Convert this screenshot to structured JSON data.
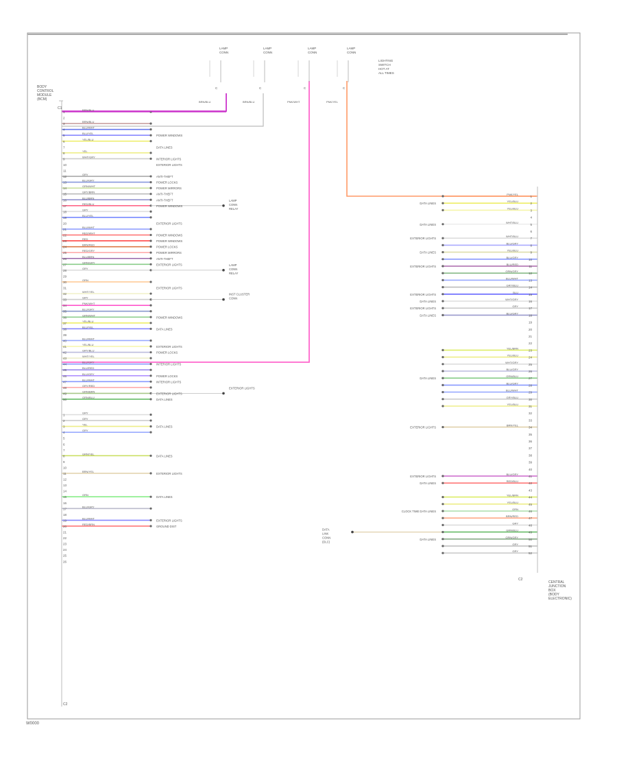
{
  "page": {
    "footer_code": "W0000"
  },
  "top_connectors": [
    {
      "label_lines": [
        "LAMP",
        "CONN"
      ],
      "pin": "C",
      "wire": "BRN/BLU",
      "color": "#cc33cc"
    },
    {
      "label_lines": [
        "LAMP",
        "CONN"
      ],
      "pin": "C",
      "wire": "BRN/BLU",
      "color": "#d88"
    },
    {
      "label_lines": [
        "LAMP",
        "CONN"
      ],
      "pin": "C",
      "wire": "PNK/WHT",
      "color": "#ff66cc"
    },
    {
      "label_lines": [
        "LAMP",
        "CONN"
      ],
      "pin": "C",
      "wire": "PNK/YEL",
      "color": "#ff9966"
    }
  ],
  "top_right_label": [
    "LIGHTING",
    "SWITCH",
    "HOT AT",
    "ALL TIMES"
  ],
  "left_module": {
    "title_lines": [
      "BODY",
      "CONTROL",
      "MODULE",
      "(BCM)"
    ],
    "connector_label": "C1",
    "bottom_label": "C2",
    "rows": [
      {
        "pin": "1",
        "wire": "BRN/BLU",
        "color": "#cc44cc",
        "dest": ""
      },
      {
        "pin": "2",
        "wire": "",
        "color": "",
        "dest": ""
      },
      {
        "pin": "3",
        "wire": "BRN/BLU",
        "color": "#c8a0a0",
        "dest": ""
      },
      {
        "pin": "4",
        "wire": "BLU/WHT",
        "color": "#6677ee",
        "dest": ""
      },
      {
        "pin": "5",
        "wire": "BLU/YEL",
        "color": "#8888ff",
        "dest": "POWER WINDOWS"
      },
      {
        "pin": "6",
        "wire": "YEL/BLU",
        "color": "#eeee66",
        "dest": ""
      },
      {
        "pin": "7",
        "wire": "",
        "color": "",
        "dest": "DATA LINES"
      },
      {
        "pin": "8",
        "wire": "YEL",
        "color": "#eeee88",
        "dest": ""
      },
      {
        "pin": "9",
        "wire": "WHT/GRY",
        "color": "#cccccc",
        "dest": "INTERIOR LIGHTS"
      },
      {
        "pin": "10",
        "wire": "",
        "color": "",
        "dest": "EXTERIOR LIGHTS"
      },
      {
        "pin": "11",
        "wire": "",
        "color": "",
        "dest": ""
      },
      {
        "pin": "12",
        "wire": "GRY",
        "color": "#aaaaaa",
        "dest": "ANTI-THEFT"
      },
      {
        "pin": "13",
        "wire": "BLU/GRY",
        "color": "#8899dd",
        "dest": "POWER LOCKS"
      },
      {
        "pin": "14",
        "wire": "GRN/WHT",
        "color": "#cce0a0",
        "dest": "POWER MIRRORS"
      },
      {
        "pin": "15",
        "wire": "GRY/BRN",
        "color": "#bbbbbb",
        "dest": "ANTI-THEFT"
      },
      {
        "pin": "16",
        "wire": "BLU/BRN",
        "color": "#8a8acc",
        "dest": "ANTI-THEFT"
      },
      {
        "pin": "17",
        "wire": "RED/BLU",
        "color": "#ff6688",
        "dest": "POWER WINDOWS"
      },
      {
        "pin": "18",
        "wire": "GRY",
        "color": "#dddddd",
        "dest": ""
      },
      {
        "pin": "19",
        "wire": "BLU/YEL",
        "color": "#7788ff",
        "dest": ""
      },
      {
        "pin": "20",
        "wire": "",
        "color": "",
        "dest": "EXTERIOR LIGHTS"
      },
      {
        "pin": "21",
        "wire": "BLU/WHT",
        "color": "#8899ff",
        "dest": ""
      },
      {
        "pin": "22",
        "wire": "RED/WHT",
        "color": "#ff7777",
        "dest": "POWER WINDOWS"
      },
      {
        "pin": "23",
        "wire": "RED",
        "color": "#ff4444",
        "dest": "POWER WINDOWS"
      },
      {
        "pin": "24",
        "wire": "BRN/RED",
        "color": "#dd7744",
        "dest": "POWER LOCKS"
      },
      {
        "pin": "25",
        "wire": "RED/GRY",
        "color": "#ffaaaa",
        "dest": "POWER MIRRORS"
      },
      {
        "pin": "26",
        "wire": "BLU/BRN",
        "color": "#9966aa",
        "dest": "ANTI-THEFT"
      },
      {
        "pin": "27",
        "wire": "GRN/GRY",
        "color": "#88cc88",
        "dest": "EXTERIOR LIGHTS"
      },
      {
        "pin": "28",
        "wire": "GRY",
        "color": "#dddddd",
        "dest": ""
      },
      {
        "pin": "29",
        "wire": "",
        "color": "",
        "dest": ""
      },
      {
        "pin": "30",
        "wire": "ORN",
        "color": "#ffcc99",
        "dest": ""
      },
      {
        "pin": "31",
        "wire": "",
        "color": "",
        "dest": "EXTERIOR LIGHTS"
      },
      {
        "pin": "32",
        "wire": "WHT/YEL",
        "color": "#f2f2cc",
        "dest": ""
      },
      {
        "pin": "33",
        "wire": "GRY",
        "color": "#cccccc",
        "dest": ""
      },
      {
        "pin": "34",
        "wire": "PNK/WHT",
        "color": "#ff55cc",
        "dest": ""
      },
      {
        "pin": "35",
        "wire": "BLU/GRY",
        "color": "#8899cc",
        "dest": ""
      },
      {
        "pin": "36",
        "wire": "GRN/WHT",
        "color": "#88cc88",
        "dest": "POWER WINDOWS"
      },
      {
        "pin": "37",
        "wire": "YEL/BLU",
        "color": "#eeee66",
        "dest": ""
      },
      {
        "pin": "38",
        "wire": "BLU/YEL",
        "color": "#8888ff",
        "dest": "DATA LINES"
      },
      {
        "pin": "39",
        "wire": "",
        "color": "",
        "dest": ""
      },
      {
        "pin": "40",
        "wire": "BLU/WHT",
        "color": "#99aaff",
        "dest": ""
      },
      {
        "pin": "41",
        "wire": "YEL/BLU",
        "color": "#f5f5aa",
        "dest": "EXTERIOR LIGHTS"
      },
      {
        "pin": "42",
        "wire": "GRY/BLU",
        "color": "#bbbbdd",
        "dest": "POWER LOCKS"
      },
      {
        "pin": "43",
        "wire": "WHT/YEL",
        "color": "#eeeecc",
        "dest": ""
      },
      {
        "pin": "44",
        "wire": "BLU/GRY",
        "color": "#8899ff",
        "dest": "INTERIOR LIGHTS"
      },
      {
        "pin": "45",
        "wire": "BLU/RED",
        "color": "#9988ee",
        "dest": ""
      },
      {
        "pin": "46",
        "wire": "BLU/GRY",
        "color": "#aa88ff",
        "dest": "POWER LOCKS"
      },
      {
        "pin": "47",
        "wire": "BLU/WHT",
        "color": "#8899ff",
        "dest": "INTERIOR LIGHTS"
      },
      {
        "pin": "48",
        "wire": "GRY/RED",
        "color": "#ffaaaa",
        "dest": ""
      },
      {
        "pin": "49",
        "wire": "GRN/BRN",
        "color": "#a8c888",
        "dest": "EXTERIOR LIGHTS"
      },
      {
        "pin": "50",
        "wire": "GRN/BLU",
        "color": "#66bb66",
        "dest": "DATA LINES"
      }
    ],
    "rows2": [
      {
        "pin": "1",
        "wire": "GRY",
        "color": "#dddddd",
        "dest": ""
      },
      {
        "pin": "2",
        "wire": "GRY",
        "color": "#cccccc",
        "dest": ""
      },
      {
        "pin": "3",
        "wire": "YEL",
        "color": "#eeee88",
        "dest": "DATA LINES"
      },
      {
        "pin": "4",
        "wire": "GRY",
        "color": "#99aaff",
        "dest": ""
      },
      {
        "pin": "5",
        "wire": "",
        "color": "",
        "dest": ""
      },
      {
        "pin": "6",
        "wire": "",
        "color": "",
        "dest": ""
      },
      {
        "pin": "7",
        "wire": "",
        "color": "",
        "dest": ""
      },
      {
        "pin": "8",
        "wire": "GRN/YEL",
        "color": "#cce066",
        "dest": "DATA LINES"
      },
      {
        "pin": "9",
        "wire": "",
        "color": "",
        "dest": ""
      },
      {
        "pin": "10",
        "wire": "",
        "color": "",
        "dest": ""
      },
      {
        "pin": "11",
        "wire": "BRN/YEL",
        "color": "#e0d0aa",
        "dest": "EXTERIOR LIGHTS"
      },
      {
        "pin": "12",
        "wire": "",
        "color": "",
        "dest": ""
      },
      {
        "pin": "13",
        "wire": "",
        "color": "",
        "dest": ""
      },
      {
        "pin": "14",
        "wire": "",
        "color": "",
        "dest": ""
      },
      {
        "pin": "15",
        "wire": "GRN",
        "color": "#88ee88",
        "dest": "DATA LINES"
      },
      {
        "pin": "16",
        "wire": "",
        "color": "",
        "dest": ""
      },
      {
        "pin": "17",
        "wire": "BLU/GRY",
        "color": "#bbbbcc",
        "dest": ""
      },
      {
        "pin": "18",
        "wire": "",
        "color": "",
        "dest": ""
      },
      {
        "pin": "19",
        "wire": "BLU/WHT",
        "color": "#8888ff",
        "dest": "EXTERIOR LIGHTS"
      },
      {
        "pin": "20",
        "wire": "RED/BRN",
        "color": "#ff7777",
        "dest": "GROUND DIST"
      },
      {
        "pin": "21",
        "wire": "",
        "color": "",
        "dest": ""
      },
      {
        "pin": "22",
        "wire": "",
        "color": "",
        "dest": ""
      },
      {
        "pin": "23",
        "wire": "",
        "color": "",
        "dest": ""
      },
      {
        "pin": "24",
        "wire": "",
        "color": "",
        "dest": ""
      },
      {
        "pin": "25",
        "wire": "",
        "color": "",
        "dest": ""
      },
      {
        "pin": "26",
        "wire": "",
        "color": "",
        "dest": ""
      }
    ],
    "side_labels": [
      {
        "lines": [
          "LAMP",
          "CONN",
          "RELAY"
        ],
        "row": 16
      },
      {
        "lines": [
          "LAMP",
          "CONN",
          "RELAY"
        ],
        "row": 27
      },
      {
        "lines": [
          "INST CLUSTER",
          "CONN"
        ],
        "row": 32
      },
      {
        "lines": [
          "EXTERIOR LIGHTS"
        ],
        "row": 48
      }
    ]
  },
  "right_module": {
    "title_lines": [
      "CENTRAL",
      "JUNCTION",
      "BOX",
      "(BODY",
      "ELECTRONIC)"
    ],
    "bottom_label": "C2",
    "rows": [
      {
        "pin": "1",
        "wire": "PNK/YEL",
        "color": "#ff9966",
        "dest": ""
      },
      {
        "pin": "2",
        "wire": "YEL/BLU",
        "color": "#eeee66",
        "dest": "DATA LINES"
      },
      {
        "pin": "3",
        "wire": "YEL/BLU",
        "color": "#f5f5aa",
        "dest": ""
      },
      {
        "pin": "4",
        "wire": "",
        "color": "",
        "dest": ""
      },
      {
        "pin": "5",
        "wire": "WHT/BLU",
        "color": "#eeeeee",
        "dest": "DATA LINES"
      },
      {
        "pin": "6",
        "wire": "",
        "color": "",
        "dest": ""
      },
      {
        "pin": "7",
        "wire": "WHT/BLU",
        "color": "#dddddd",
        "dest": "EXTERIOR LIGHTS"
      },
      {
        "pin": "8",
        "wire": "BLU/GRY",
        "color": "#aaaaff",
        "dest": ""
      },
      {
        "pin": "9",
        "wire": "YEL/BLU",
        "color": "#ddddaa",
        "dest": "DATA LINES"
      },
      {
        "pin": "10",
        "wire": "BLU/GRY",
        "color": "#8899ff",
        "dest": ""
      },
      {
        "pin": "11",
        "wire": "BLU/RED",
        "color": "#aa66aa",
        "dest": "EXTERIOR LIGHTS"
      },
      {
        "pin": "12",
        "wire": "GRN/GRY",
        "color": "#88bb88",
        "dest": ""
      },
      {
        "pin": "13",
        "wire": "BLU/WHT",
        "color": "#99aaff",
        "dest": ""
      },
      {
        "pin": "14",
        "wire": "GRY/BLU",
        "color": "#bbbbbb",
        "dest": ""
      },
      {
        "pin": "15",
        "wire": "BLU",
        "color": "#6666ff",
        "dest": "EXTERIOR LIGHTS"
      },
      {
        "pin": "16",
        "wire": "WHT/GRY",
        "color": "#dddddd",
        "dest": "DATA LINES"
      },
      {
        "pin": "17",
        "wire": "GRY",
        "color": "#cccccc",
        "dest": "EXTERIOR LIGHTS"
      },
      {
        "pin": "18",
        "wire": "BLU/GRY",
        "color": "#9999cc",
        "dest": "DATA LINES"
      },
      {
        "pin": "19",
        "wire": "",
        "color": "",
        "dest": ""
      },
      {
        "pin": "20",
        "wire": "",
        "color": "",
        "dest": ""
      },
      {
        "pin": "21",
        "wire": "",
        "color": "",
        "dest": ""
      },
      {
        "pin": "22",
        "wire": "",
        "color": "",
        "dest": ""
      },
      {
        "pin": "23",
        "wire": "YEL/BRN",
        "color": "#ddee66",
        "dest": ""
      },
      {
        "pin": "24",
        "wire": "YEL/BLU",
        "color": "#eeee88",
        "dest": ""
      },
      {
        "pin": "25",
        "wire": "WHT/GRY",
        "color": "#dddddd",
        "dest": ""
      },
      {
        "pin": "26",
        "wire": "BLU/GRY",
        "color": "#bbbbdd",
        "dest": ""
      },
      {
        "pin": "27",
        "wire": "GRN/BLU",
        "color": "#88cc88",
        "dest": "DATA LINES"
      },
      {
        "pin": "28",
        "wire": "BLU/GRY",
        "color": "#8899ff",
        "dest": ""
      },
      {
        "pin": "29",
        "wire": "BLU/WHT",
        "color": "#99aaff",
        "dest": ""
      },
      {
        "pin": "30",
        "wire": "GRY/BLU",
        "color": "#cccccc",
        "dest": ""
      },
      {
        "pin": "31",
        "wire": "YEL/BLU",
        "color": "#eeee88",
        "dest": ""
      },
      {
        "pin": "32",
        "wire": "",
        "color": "",
        "dest": ""
      },
      {
        "pin": "33",
        "wire": "",
        "color": "",
        "dest": ""
      },
      {
        "pin": "34",
        "wire": "BRN/YEL",
        "color": "#e0d0aa",
        "dest": "EXTERIOR LIGHTS"
      },
      {
        "pin": "35",
        "wire": "",
        "color": "",
        "dest": ""
      },
      {
        "pin": "36",
        "wire": "",
        "color": "",
        "dest": ""
      },
      {
        "pin": "37",
        "wire": "",
        "color": "",
        "dest": ""
      },
      {
        "pin": "38",
        "wire": "",
        "color": "",
        "dest": ""
      },
      {
        "pin": "39",
        "wire": "",
        "color": "",
        "dest": ""
      },
      {
        "pin": "40",
        "wire": "",
        "color": "",
        "dest": ""
      },
      {
        "pin": "41",
        "wire": "BLU/GRY",
        "color": "#cc66cc",
        "dest": "EXTERIOR LIGHTS"
      },
      {
        "pin": "42",
        "wire": "RED/BLU",
        "color": "#ff7777",
        "dest": "DATA LINES"
      },
      {
        "pin": "43",
        "wire": "",
        "color": "",
        "dest": ""
      },
      {
        "pin": "44",
        "wire": "YEL/BRN",
        "color": "#ddee66",
        "dest": ""
      },
      {
        "pin": "45",
        "wire": "YEL/BLU",
        "color": "#eeee88",
        "dest": ""
      },
      {
        "pin": "46",
        "wire": "GRN",
        "color": "#aaddaa",
        "dest": "CLOCK TIME DATA LINES"
      },
      {
        "pin": "47",
        "wire": "BRN/RED",
        "color": "#ffaa88",
        "dest": ""
      },
      {
        "pin": "48",
        "wire": "GRY",
        "color": "#dddddd",
        "dest": ""
      },
      {
        "pin": "49",
        "wire": "GRN/BLU",
        "color": "#66bb66",
        "dest": ""
      },
      {
        "pin": "50",
        "wire": "GRN/GRY",
        "color": "#88aa88",
        "dest": "DATA LINES"
      },
      {
        "pin": "51",
        "wire": "GRY",
        "color": "#bbbbbb",
        "dest": ""
      },
      {
        "pin": "52",
        "wire": "GRY",
        "color": "#cccccc",
        "dest": ""
      }
    ],
    "inline_label": [
      "DATA",
      "LINK",
      "CONN",
      "(DLC)"
    ]
  }
}
